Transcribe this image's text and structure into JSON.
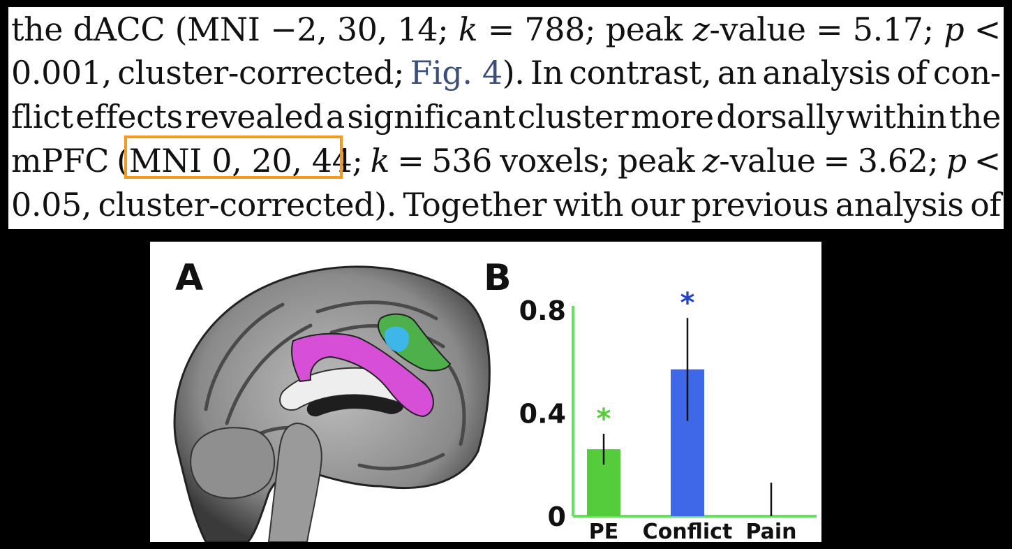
{
  "text": {
    "lines": [
      [
        "the",
        "dACC",
        "(MNI",
        "−2,",
        "30,",
        "14;",
        "§k",
        "=",
        "788;",
        "peak",
        "§z-value",
        "=",
        "5.17;",
        "§p",
        "<"
      ],
      [
        "0.001,",
        "cluster-corrected;",
        "†Fig. 4).",
        "In",
        "contrast,",
        "an",
        "analysis",
        "of",
        "con-"
      ],
      [
        "flict",
        "effects",
        "revealed",
        "a",
        "significant",
        "cluster",
        "more",
        "dorsally",
        "within",
        "the"
      ],
      [
        "mPFC",
        "(MNI 0, 20, 44;",
        "§k",
        "=",
        "536",
        "voxels;",
        "peak",
        "§z-value",
        "=",
        "3.62;",
        "§p",
        "<"
      ],
      [
        "0.05,",
        "cluster-corrected).",
        "Together",
        "with",
        "our",
        "previous",
        "analysis",
        "of"
      ]
    ],
    "highlight_color": "#f39a1f",
    "link_color": "#3b4f7a"
  },
  "figure": {
    "panel_a_label": "A",
    "panel_b_label": "B",
    "brain_regions": [
      {
        "name": "pe-region",
        "color": "#d64fd6"
      },
      {
        "name": "conflict-region",
        "color": "#4db04a"
      },
      {
        "name": "overlap-region",
        "color": "#3fb6e8"
      }
    ]
  },
  "chart_data": {
    "type": "bar",
    "categories": [
      "PE",
      "Conflict",
      "Pain"
    ],
    "values": [
      0.26,
      0.57,
      0.0
    ],
    "errors": [
      0.06,
      0.2,
      0.13
    ],
    "colors": [
      "#55cc3c",
      "#3f68e8",
      "#000000"
    ],
    "significance": [
      "*",
      "*",
      ""
    ],
    "significance_colors": [
      "#55cc3c",
      "#2244cc",
      ""
    ],
    "yticks": [
      0,
      0.4,
      0.8
    ],
    "ytick_labels": [
      "0",
      "0.4",
      "0.8"
    ],
    "ylim": [
      0,
      0.8
    ],
    "axis_color": "#66e060"
  }
}
